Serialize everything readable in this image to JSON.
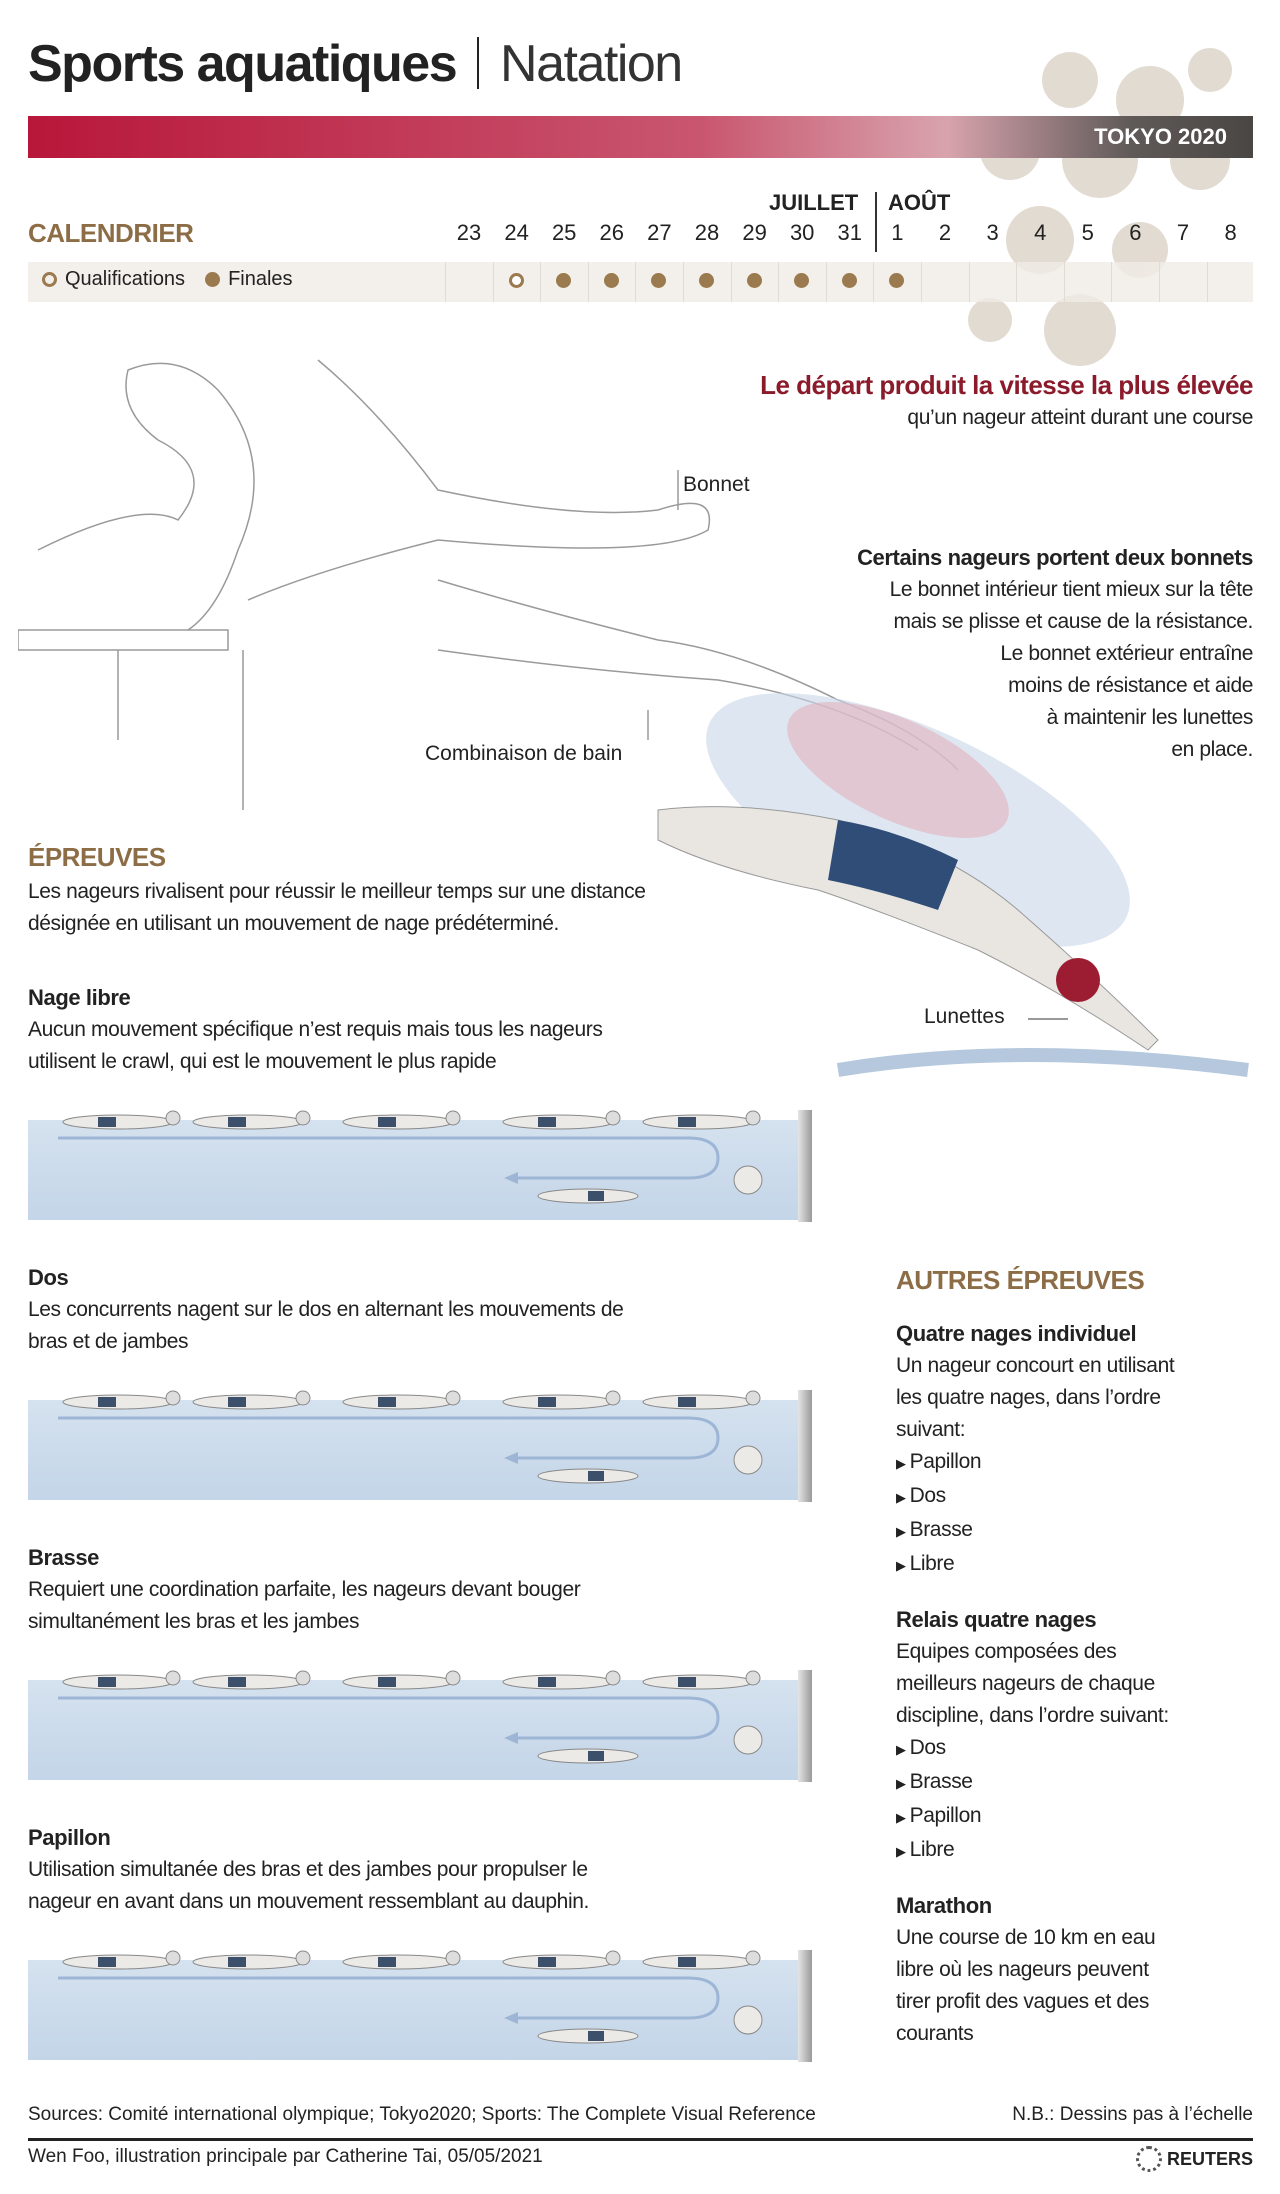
{
  "header": {
    "title_bold": "Sports aquatiques",
    "title_light": "Natation",
    "banner": "TOKYO 2020"
  },
  "calendar": {
    "label": "CALENDRIER",
    "month1": "JUILLET",
    "month2": "AOÛT",
    "days": [
      "23",
      "24",
      "25",
      "26",
      "27",
      "28",
      "29",
      "30",
      "31",
      "1",
      "2",
      "3",
      "4",
      "5",
      "6",
      "7",
      "8"
    ],
    "events": [
      "",
      "qualifications",
      "finales",
      "finales",
      "finales",
      "finales",
      "finales",
      "finales",
      "finales",
      "finales",
      "",
      "",
      "",
      "",
      "",
      "",
      ""
    ],
    "legend_qualifications": "Qualifications",
    "legend_finales": "Finales"
  },
  "intro": {
    "heading": "Le départ produit la vitesse la plus élevée",
    "subheading": "qu’un nageur atteint durant une course",
    "bonnet_label": "Bonnet",
    "caps_heading": "Certains nageurs portent deux bonnets",
    "caps_lines": [
      "Le bonnet intérieur tient mieux sur la tête",
      "mais se plisse et cause de la résistance.",
      "Le bonnet extérieur entraîne",
      "moins de résistance et aide",
      "à maintenir les lunettes",
      "en place."
    ],
    "suit_label": "Combinaison de bain",
    "goggles_label": "Lunettes"
  },
  "events": {
    "heading": "ÉPREUVES",
    "lines": [
      "Les nageurs rivalisent pour réussir le meilleur temps sur une distance",
      "désignée en utilisant un mouvement de nage prédéterminé."
    ],
    "strokes": [
      {
        "name": "Nage libre",
        "lines": [
          "Aucun mouvement spécifique n’est requis mais tous les nageurs",
          "utilisent le crawl, qui est le mouvement le plus rapide"
        ]
      },
      {
        "name": "Dos",
        "lines": [
          "Les concurrents nagent sur le dos en alternant les mouvements de",
          "bras et de jambes"
        ]
      },
      {
        "name": "Brasse",
        "lines": [
          "Requiert une coordination parfaite, les nageurs devant bouger",
          "simultanément les bras et les jambes"
        ]
      },
      {
        "name": "Papillon",
        "lines": [
          "Utilisation simultanée des bras et des jambes pour propulser le",
          "nageur en avant dans un mouvement ressemblant au dauphin."
        ]
      }
    ]
  },
  "other": {
    "heading": "AUTRES ÉPREUVES",
    "im": {
      "title": "Quatre nages individuel",
      "lines": [
        "Un nageur concourt en utilisant",
        "les quatre nages, dans l’ordre",
        "suivant:"
      ],
      "items": [
        "Papillon",
        "Dos",
        "Brasse",
        "Libre"
      ]
    },
    "relay": {
      "title": "Relais quatre nages",
      "lines": [
        "Equipes composées des",
        "meilleurs nageurs de chaque",
        "discipline, dans l’ordre suivant:"
      ],
      "items": [
        "Dos",
        "Brasse",
        "Papillon",
        "Libre"
      ]
    },
    "marathon": {
      "title": "Marathon",
      "lines": [
        "Une course de 10 km en eau",
        "libre où les nageurs peuvent",
        "tirer profit des vagues et des",
        "courants"
      ]
    }
  },
  "footer": {
    "sources": "Sources: Comité international olympique; Tokyo2020; Sports: The Complete Visual Reference",
    "note": "N.B.: Dessins pas à l’échelle",
    "credit": "Wen Foo, illustration principale par Catherine Tai, 05/05/2021",
    "brand": "REUTERS"
  },
  "colors": {
    "red": "#8b1a2b",
    "gold": "#8c6d46",
    "pool": "#c9d9ea"
  }
}
